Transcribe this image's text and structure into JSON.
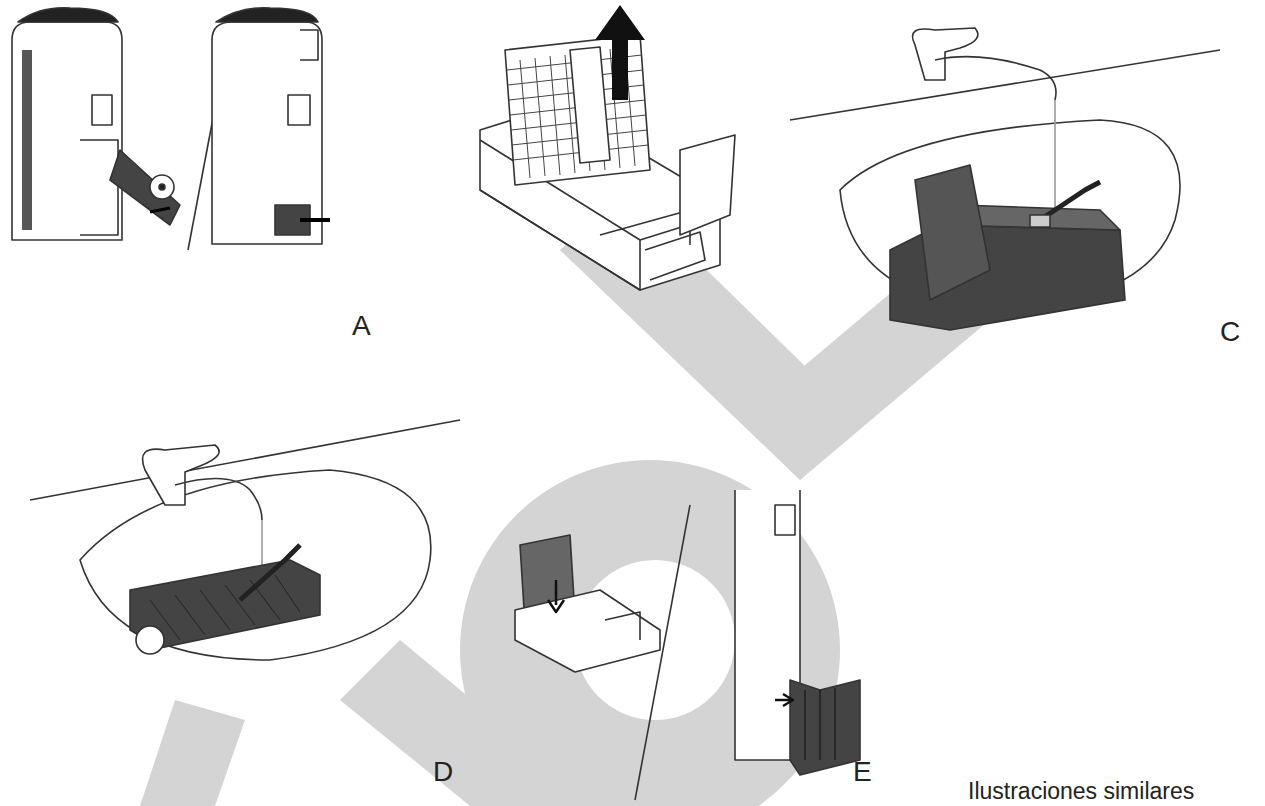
{
  "diagram": {
    "labels": [
      "A",
      "C",
      "D",
      "E",
      "Ilustraciones similares"
    ]
  }
}
